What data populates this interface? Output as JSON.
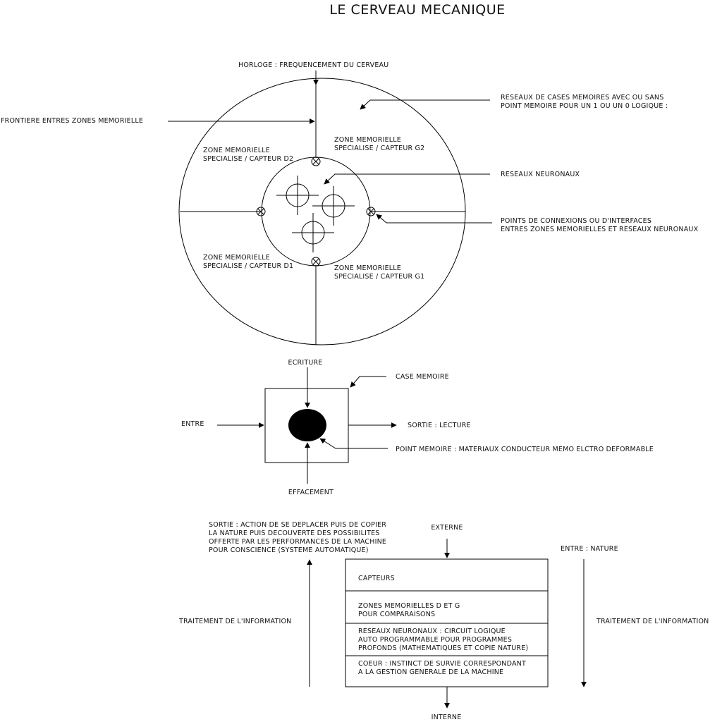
{
  "title": "LE CERVEAU MECANIQUE",
  "brain": {
    "horloge": "HORLOGE : FREQUENCEMENT DU CERVEAU",
    "frontiere": "FRONTIERE ENTRES ZONES MEMORIELLE",
    "reseaux_cases": [
      "RESEAUX DE CASES MEMOIRES AVEC OU SANS",
      "POINT MEMOIRE POUR UN 1 OU UN 0 LOGIQUE :"
    ],
    "reseaux_neuronaux": "RESEAUX NEURONAUX",
    "points_connexion": [
      "POINTS DE CONNEXIONS OU D'INTERFACES",
      "ENTRES ZONES MEMORIELLES ET RESEAUX NEURONAUX"
    ],
    "zone_g2": [
      "ZONE MEMORIELLE",
      "SPECIALISE / CAPTEUR G2"
    ],
    "zone_d2": [
      "ZONE MEMORIELLE",
      "SPECIALISE / CAPTEUR D2"
    ],
    "zone_d1": [
      "ZONE MEMORIELLE",
      "SPECIALISE / CAPTEUR D1"
    ],
    "zone_g1": [
      "ZONE MEMORIELLE",
      "SPECIALISE / CAPTEUR G1"
    ]
  },
  "case": {
    "ecriture": "ECRITURE",
    "case_memoire": "CASE MEMOIRE",
    "entre": "ENTRE",
    "sortie": "SORTIE : LECTURE",
    "point": "POINT MEMOIRE : MATERIAUX CONDUCTEUR MEMO ELCTRO DEFORMABLE",
    "effacement": "EFFACEMENT"
  },
  "flow": {
    "sortie_action": [
      "SORTIE : ACTION DE SE DEPLACER PUIS DE COPIER",
      "LA NATURE PUIS DECOUVERTE DES POSSIBILITES",
      "OFFERTE PAR LES PERFORMANCES DE LA MACHINE",
      "POUR CONSCIENCE (SYSTEME AUTOMATIQUE)"
    ],
    "externe": "EXTERNE",
    "entre_nature": "ENTRE : NATURE",
    "traitement_left": "TRAITEMENT DE L'INFORMATION",
    "traitement_right": "TRAITEMENT DE L'INFORMATION",
    "interne": "INTERNE",
    "layers": [
      [
        "CAPTEURS"
      ],
      [
        "ZONES MEMORIELLES D ET G",
        "POUR COMPARAISONS"
      ],
      [
        "RESEAUX NEURONAUX : CIRCUIT LOGIQUE",
        "AUTO PROGRAMMABLE POUR PROGRAMMES",
        "PROFONDS (MATHEMATIQUES ET COPIE NATURE)"
      ],
      [
        "COEUR : INSTINCT DE SURVIE CORRESPONDANT",
        "A LA GESTION GENERALE DE LA MACHINE"
      ]
    ]
  }
}
